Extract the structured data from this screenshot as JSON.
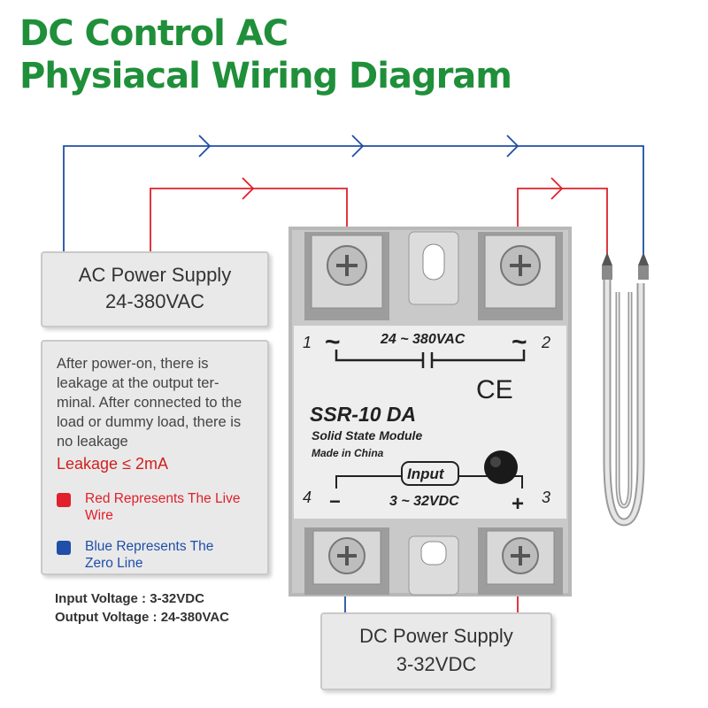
{
  "title": {
    "line1": "DC Control AC",
    "line2": "Physiacal Wiring Diagram"
  },
  "colors": {
    "title": "#1f8f3a",
    "live": "#e0202a",
    "zero": "#1f4fa8"
  },
  "ac_supply": {
    "line1": "AC Power Supply",
    "line2": "24-380VAC"
  },
  "info": {
    "text": "After power-on, there is leakage at the output ter-minal. After connected to the load or dummy load, there is no leakage",
    "leakage": "Leakage ≤ 2mA",
    "legend": [
      {
        "color": "#e0202a",
        "label": "Red Represents The Live Wire"
      },
      {
        "color": "#1f4fa8",
        "label": "Blue Represents The Zero Line"
      }
    ]
  },
  "specs": {
    "input_label": "Input Voltage",
    "input_value": "3-32VDC",
    "output_label": "Output Voltage",
    "output_value": "24-380VAC"
  },
  "dc_supply": {
    "line1": "DC Power Supply",
    "line2": "3-32VDC"
  },
  "ssr": {
    "ac_range": "24 ~ 380VAC",
    "terminal_1": "1",
    "terminal_2": "2",
    "terminal_3": "3",
    "terminal_4": "4",
    "tilde": "~",
    "ce": "CE",
    "model": "SSR-10 DA",
    "subtitle": "Solid State Module",
    "made_in": "Made in China",
    "input": "Input",
    "dc_range": "3 ~ 32VDC",
    "minus": "−",
    "plus": "+"
  }
}
